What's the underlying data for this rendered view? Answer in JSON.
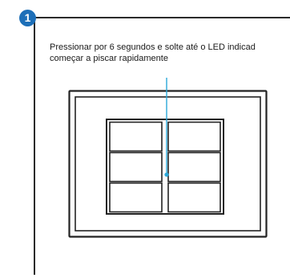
{
  "step": {
    "number": "1"
  },
  "instruction": {
    "line1": "Pressionar por 6 segundos e solte até o LED indicad",
    "line2": "começar a piscar rapidamente"
  },
  "colors": {
    "accent": "#1d6fb8",
    "led_line": "#2aa7d8",
    "frame": "#222222",
    "rule": "#2b2b2b"
  },
  "switch_panel": {
    "rows": 3,
    "columns": 2
  }
}
